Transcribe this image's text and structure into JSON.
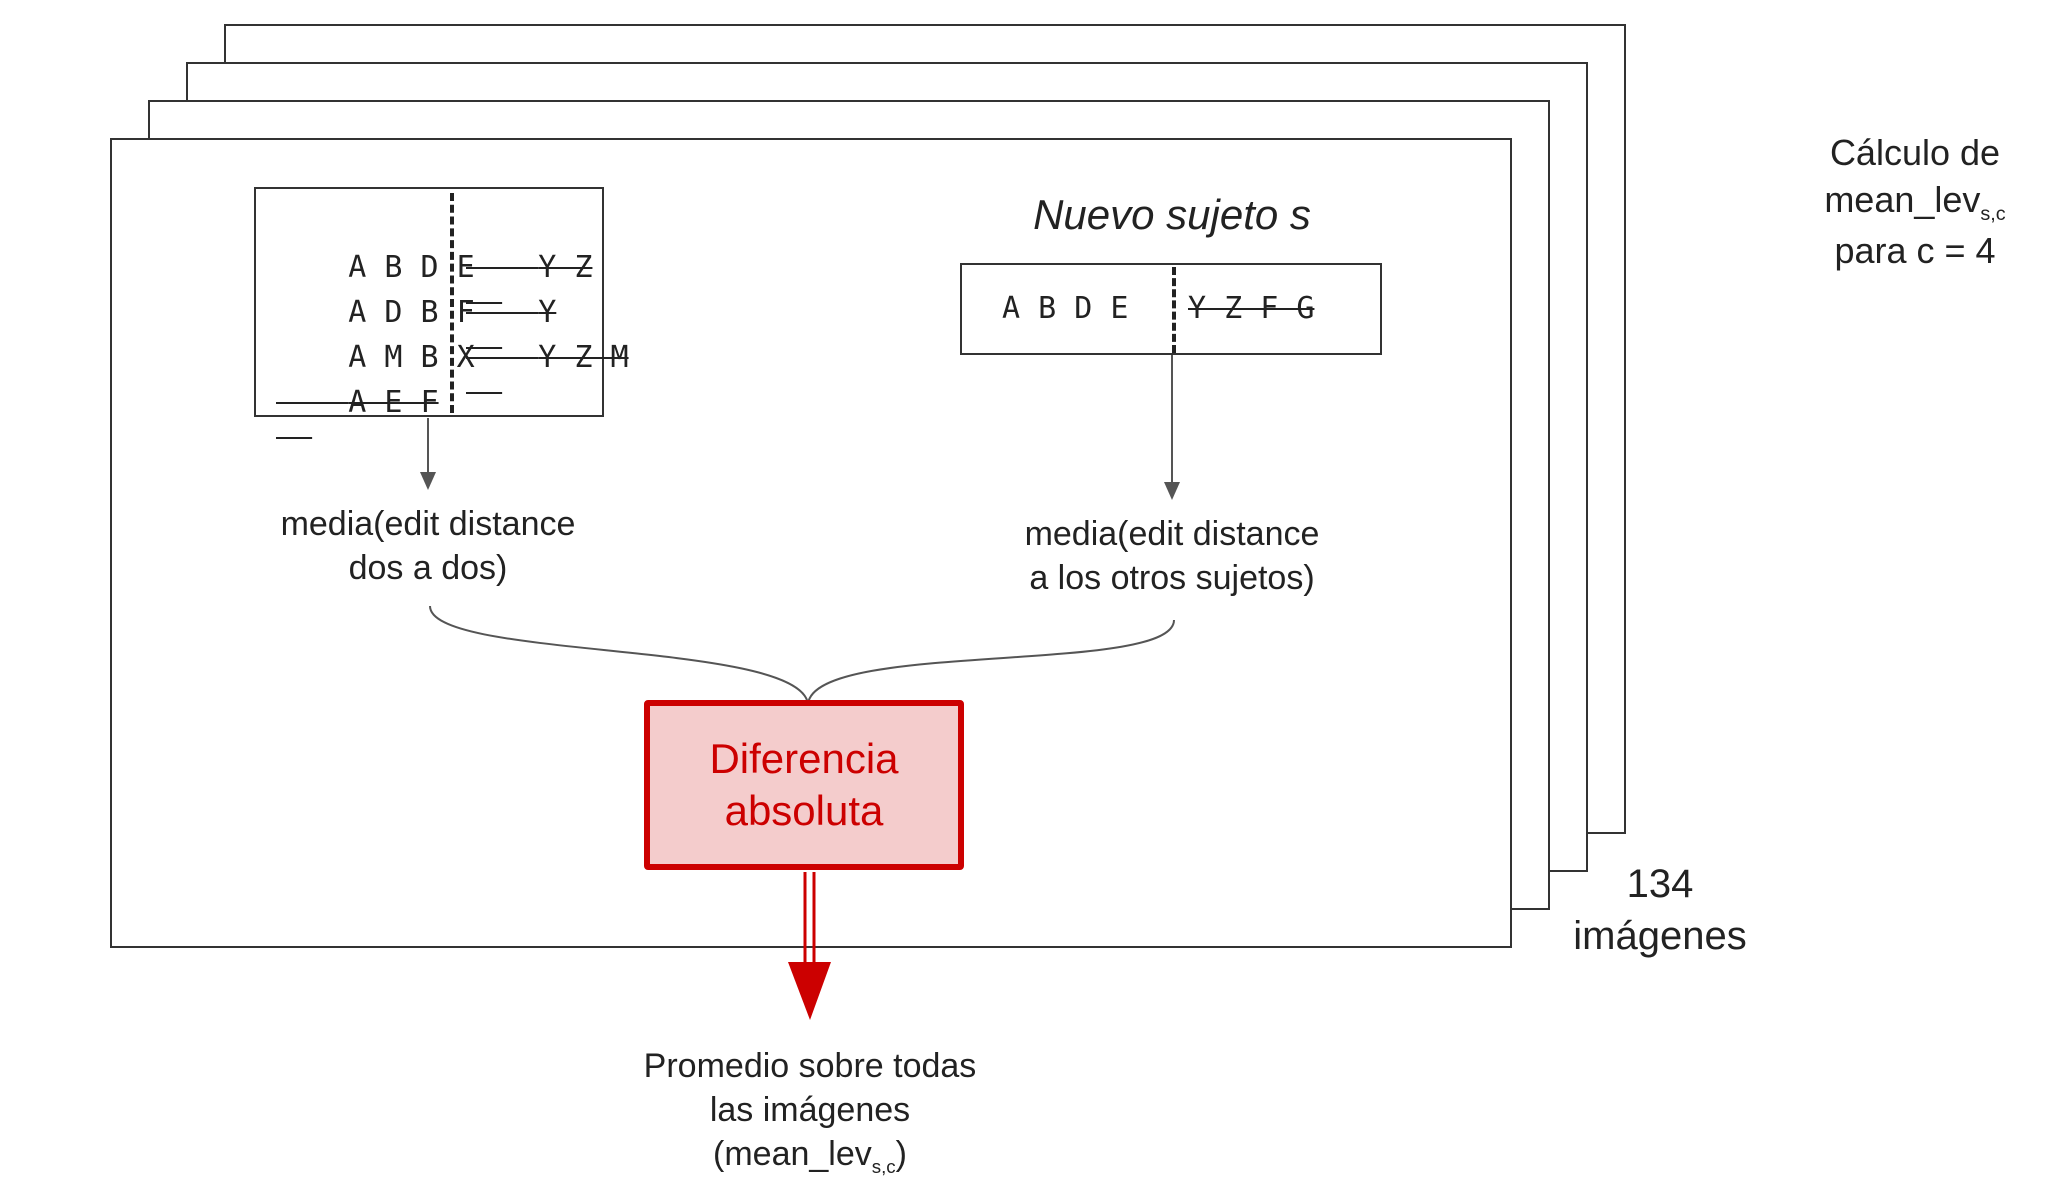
{
  "caption": {
    "line1": "Cálculo de",
    "line2_main": "mean_lev",
    "line2_sub": "s,c",
    "line3": "para c = 4"
  },
  "images_count": {
    "number": "134",
    "label": "imágenes"
  },
  "left_group": {
    "rows": [
      {
        "kept": "A B D E",
        "cut": "Y Z"
      },
      {
        "kept": "A D B F",
        "cut": "Y"
      },
      {
        "kept": "A M B X",
        "cut": "Y Z M"
      },
      {
        "kept": "",
        "cut": "A E F"
      }
    ],
    "result_line1": "media(edit distance",
    "result_line2": "dos a dos)"
  },
  "right_group": {
    "title": "Nuevo sujeto s",
    "kept": "A B D E",
    "cut": "Y Z F G",
    "result_line1": "media(edit distance",
    "result_line2": "a los otros sujetos)"
  },
  "diff_box": {
    "label": "Diferencia\nabsoluta",
    "color": "#cc0000",
    "fill": "#f4cccc"
  },
  "output": {
    "line1": "Promedio sobre todas",
    "line2": "las imágenes",
    "line3_open": "(mean_lev",
    "line3_sub": "s,c",
    "line3_close": ")"
  }
}
